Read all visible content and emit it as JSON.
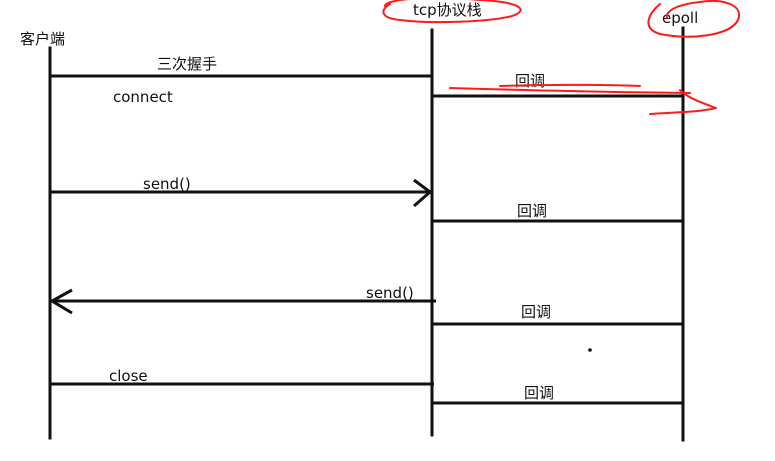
{
  "participants": {
    "client": "客户端",
    "stack": "tcp协议栈",
    "epoll": "epoll"
  },
  "messages": {
    "handshake": "三次握手",
    "connect": "connect",
    "send_in": "send()",
    "send_out": "send()",
    "close": "close",
    "callback_1": "回调",
    "callback_2": "回调",
    "callback_3": "回调",
    "callback_4": "回调"
  },
  "colors": {
    "line": "#111111",
    "annotation": "#ff1a1a"
  }
}
